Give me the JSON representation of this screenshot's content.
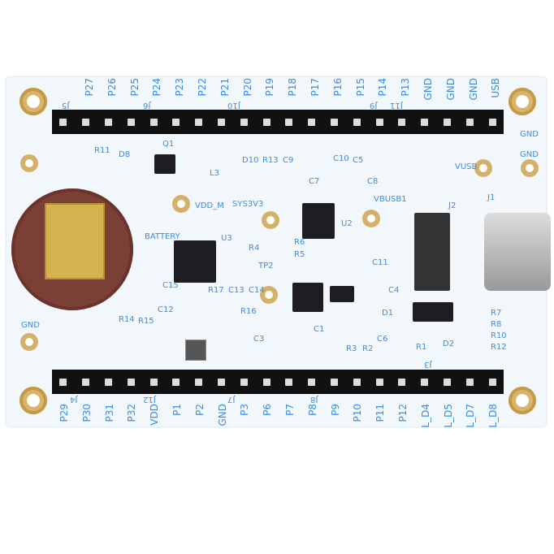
{
  "top_header": {
    "connectors": [
      "J5",
      "J6",
      "J10",
      "J9",
      "J11"
    ],
    "labels": [
      "P27",
      "P26",
      "P25",
      "P24",
      "P23",
      "P22",
      "P21",
      "P20",
      "P19",
      "P18",
      "P17",
      "P16",
      "P15",
      "P14",
      "P13",
      "GND",
      "GND",
      "GND",
      "USB"
    ]
  },
  "bottom_header": {
    "connectors": [
      "J4",
      "J12",
      "J7",
      "J8",
      "J3"
    ],
    "labels": [
      "P29",
      "P30",
      "P31",
      "P32",
      "VDD",
      "P1",
      "P2",
      "GND",
      "P3",
      "P6",
      "P7",
      "P8",
      "P9",
      "P10",
      "P11",
      "P12",
      "L_D4",
      "L_D5",
      "L_D7",
      "L_D8"
    ]
  },
  "silkscreen": [
    "R11",
    "D8",
    "Q1",
    "GND",
    "L3",
    "VDD_M",
    "U3",
    "SYS3V3",
    "D10",
    "R13",
    "C9",
    "C7",
    "C10",
    "C5",
    "C8",
    "VUSB",
    "GND",
    "U2",
    "VBUSB1",
    "J2",
    "J1",
    "R4",
    "TP2",
    "R6",
    "R5",
    "C11",
    "C4",
    "D1",
    "BATTERY",
    "C15",
    "R17",
    "C13",
    "C14",
    "R16",
    "R14",
    "R15",
    "C12",
    "R3",
    "R2",
    "C6",
    "C1",
    "C3",
    "R1",
    "D2",
    "R7",
    "R8",
    "R10",
    "R12",
    "GND"
  ],
  "colors": {
    "board": "#f2f7fc",
    "silkscreen": "#3a8ee0",
    "battery_holder": "#7a3f35",
    "header": "#111111"
  }
}
